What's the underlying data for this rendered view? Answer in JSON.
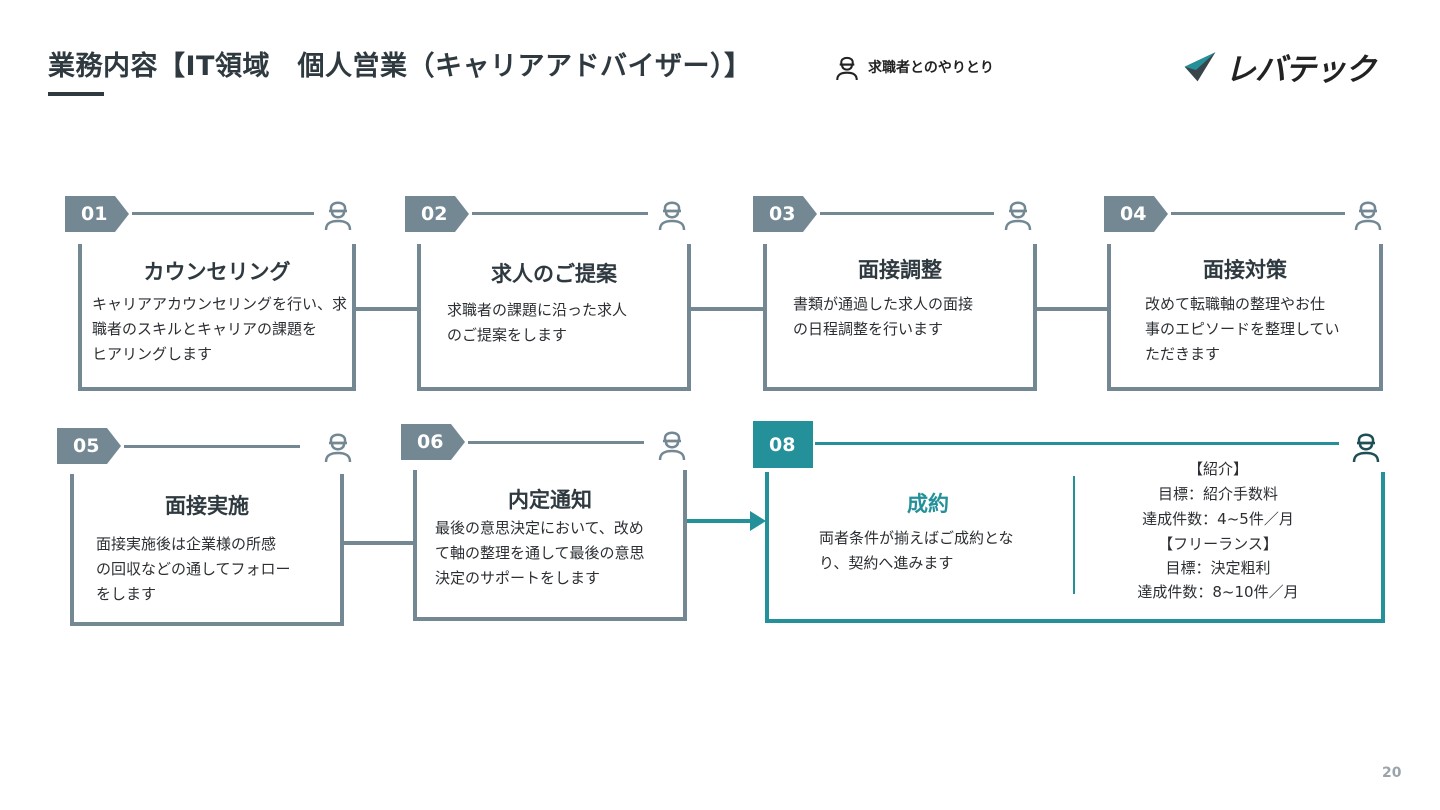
{
  "header": {
    "title": "業務内容【IT領域　個人営業（キャリアアドバイザー）】",
    "legend_label": "求職者とのやりとり",
    "legend_icon": "person-icon",
    "logo_text": "レバテック",
    "logo_icon": "check-mark-logo-icon"
  },
  "steps": [
    {
      "num": "01",
      "title": "カウンセリング",
      "desc": [
        "キャリアアカウンセリングを行い、求",
        "職者のスキルとキャリアの課題を",
        "ヒアリングします"
      ]
    },
    {
      "num": "02",
      "title": "求人のご提案",
      "desc": [
        "求職者の課題に沿った求人",
        "のご提案をします"
      ]
    },
    {
      "num": "03",
      "title": "面接調整",
      "desc": [
        "書類が通過した求人の面接",
        "の日程調整を行います"
      ]
    },
    {
      "num": "04",
      "title": "面接対策",
      "desc": [
        "改めて転職軸の整理やお仕",
        "事のエピソードを整理してい",
        "ただきます"
      ]
    },
    {
      "num": "05",
      "title": "面接実施",
      "desc": [
        "面接実施後は企業様の所感",
        "の回収などの通してフォロー",
        "をします"
      ]
    },
    {
      "num": "06",
      "title": "内定通知",
      "desc": [
        "最後の意思決定において、改め",
        "て軸の整理を通して最後の意思",
        "決定のサポートをします"
      ]
    },
    {
      "num": "08",
      "title": "成約",
      "desc": [
        "両者条件が揃えばご成約とな",
        "り、契約へ進みます"
      ],
      "details": [
        "【紹介】",
        "目標：紹介手数料",
        "達成件数：4~5件／月",
        "【フリーランス】",
        "目標：決定粗利",
        "達成件数：8~10件／月"
      ]
    }
  ],
  "colors": {
    "gray": "#738893",
    "teal": "#24909a",
    "dark": "#2f3a40"
  },
  "page_number": "20"
}
